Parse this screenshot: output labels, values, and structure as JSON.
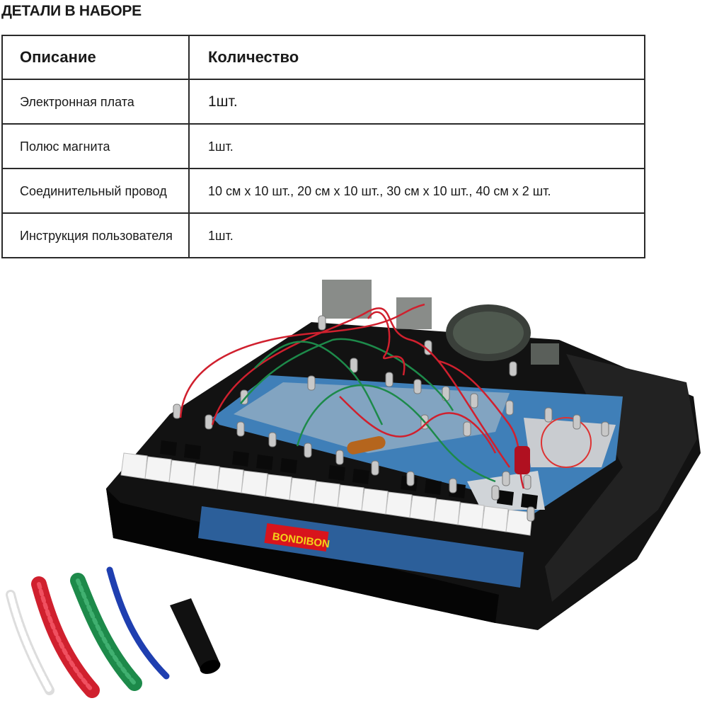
{
  "section_title": "ДЕТАЛИ В НАБОРЕ",
  "table": {
    "headers": [
      "Описание",
      "Количество"
    ],
    "rows": [
      {
        "description": "Электронная плата",
        "quantity": "1шт."
      },
      {
        "description": "Полюс магнита",
        "quantity": "1шт."
      },
      {
        "description": "Соединительный провод",
        "quantity": "10 см x 10 шт., 20 см x 10 шт., 30 см x 10 шт., 40 см x 2 шт."
      },
      {
        "description": "Инструкция пользователя",
        "quantity": "1шт."
      }
    ]
  },
  "product_image": {
    "brand_logo": "BONDIBON",
    "colors": {
      "body": "#111111",
      "panel": "#3f7fb8",
      "wire_red": "#d0202e",
      "wire_green": "#1d8a4a",
      "wire_blue": "#1f3fb0"
    }
  }
}
